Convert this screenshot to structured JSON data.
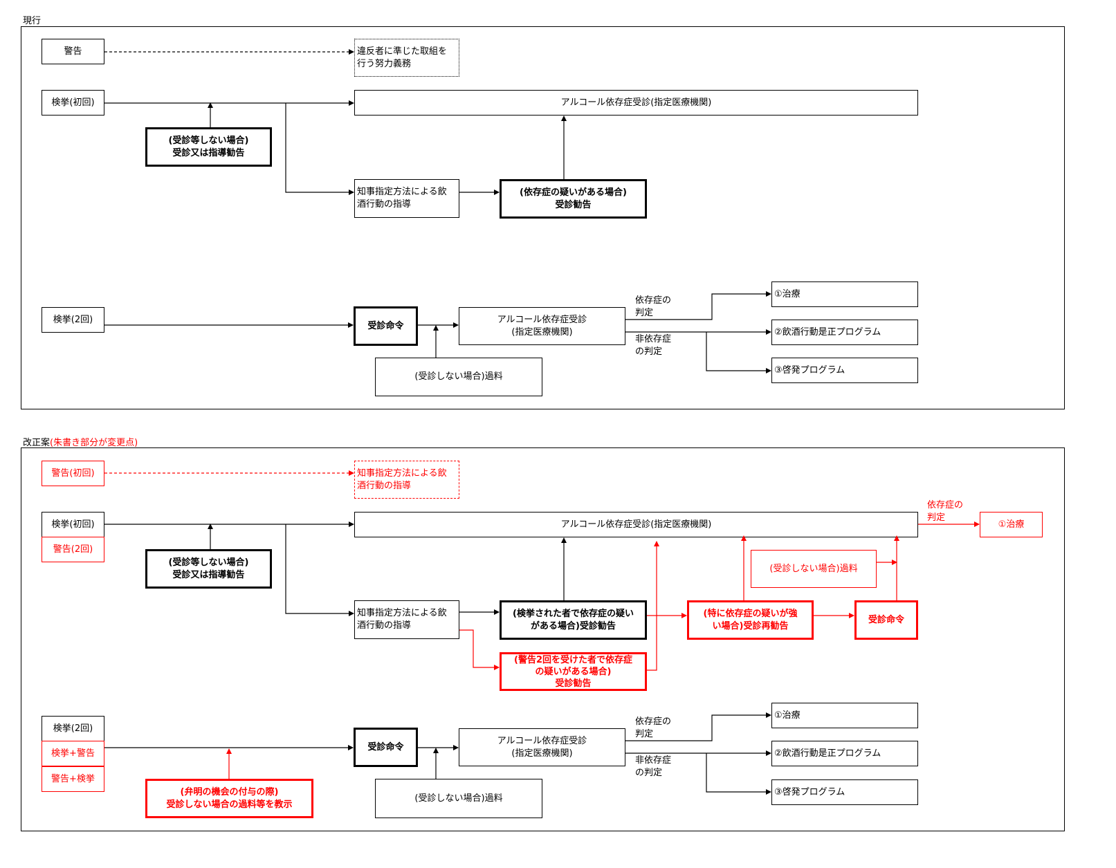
{
  "current": {
    "caption": "現行",
    "warning": "警告",
    "warning_effort": "違反者に準じた取組を\n行う努力義務",
    "arrest_first": "検挙(初回)",
    "alcohol_exam_wide": "アルコール依存症受診(指定医療機関)",
    "advice_box": "(受診等しない場合)\n受診又は指導勧告",
    "governor_guidance": "知事指定方法による飲\n酒行動の指導",
    "suspicion_advice": "(依存症の疑いがある場合)\n受診勧告",
    "arrest_second": "検挙(2回)",
    "exam_order": "受診命令",
    "alcohol_exam": "アルコール依存症受診\n(指定医療機関)",
    "fine": "(受診しない場合)過料",
    "judge_dependent": "依存症の\n判定",
    "judge_non_dependent": "非依存症\nの判定",
    "treatment": "①治療",
    "program_correction": "②飲酒行動是正プログラム",
    "program_awareness": "③啓発プログラム"
  },
  "revised": {
    "caption": "改正案",
    "caption_note": "(朱書き部分が変更点)",
    "warning_first": "警告(初回)",
    "governor_guidance_top": "知事指定方法による飲\n酒行動の指導",
    "arrest_first": "検挙(初回)",
    "warning_second": "警告(2回)",
    "alcohol_exam_wide": "アルコール依存症受診(指定医療機関)",
    "judge_dependent": "依存症の\n判定",
    "treatment": "①治療",
    "advice_box": "(受診等しない場合)\n受診又は指導勧告",
    "fine_red": "(受診しない場合)過料",
    "governor_guidance": "知事指定方法による飲\n酒行動の指導",
    "arrested_suspicion_advice": "(検挙された者で依存症の疑い\nがある場合)受診勧告",
    "strong_suspicion_readvice": "(特に依存症の疑いが強\nい場合)受診再勧告",
    "exam_order_red": "受診命令",
    "warned_suspicion_advice": "(警告2回を受けた者で依存症\nの疑いがある場合)\n受診勧告",
    "arrest_second": "検挙(2回)",
    "arrest_plus_warning": "検挙+警告",
    "warning_plus_arrest": "警告+検挙",
    "hearing_notice": "(弁明の機会の付与の際)\n受診しない場合の過料等を教示",
    "exam_order": "受診命令",
    "alcohol_exam": "アルコール依存症受診\n(指定医療機関)",
    "fine": "(受診しない場合)過料",
    "judge_dependent_bottom": "依存症の\n判定",
    "judge_non_dependent": "非依存症\nの判定",
    "treatment_bottom": "①治療",
    "program_correction": "②飲酒行動是正プログラム",
    "program_awareness": "③啓発プログラム"
  },
  "colors": {
    "changed": "#ff0000",
    "line": "#000000",
    "background": "#ffffff"
  }
}
